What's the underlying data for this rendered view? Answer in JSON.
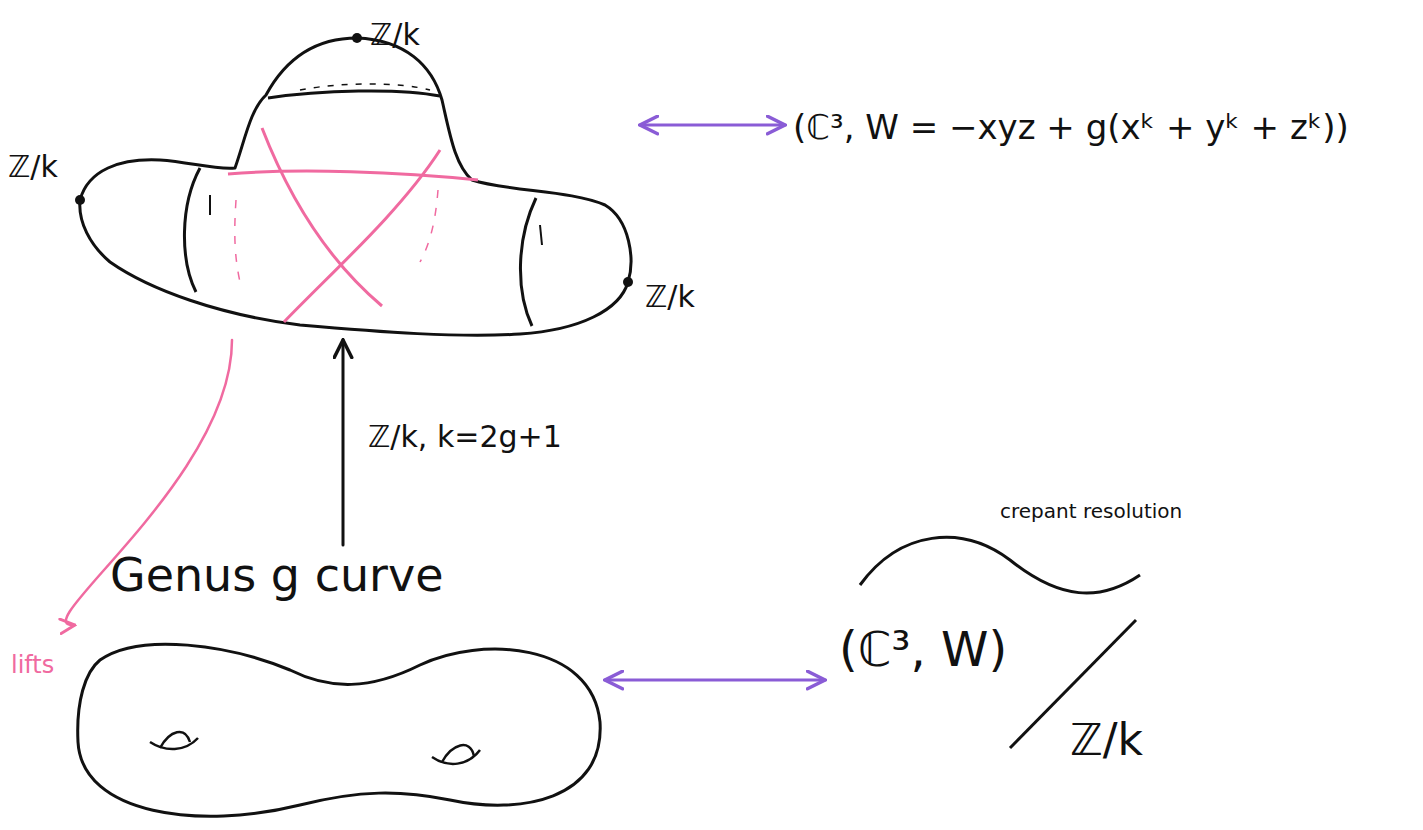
{
  "diagram": {
    "nodes": [
      {
        "text": [
          "ℤ/k",
          "ℤ/k",
          "ℤ/k"
        ]
      },
      {
        "text": [
          "(ℂ³, W = −xyz + g(xᵏ + yᵏ + zᵏ))"
        ]
      },
      {
        "text": [
          "Genus g curve"
        ]
      },
      {
        "text": [
          "crepant resolution",
          "(ℂ³, W)",
          "ℤ/k"
        ]
      }
    ],
    "edges": [
      {
        "from": 0,
        "to": 1,
        "arrow": "both"
      },
      {
        "from": 2,
        "to": 0,
        "arrow": "to",
        "label": "ℤ/k, k=2g+1"
      },
      {
        "from": 0,
        "to": 2,
        "arrow": "to",
        "label": "lifts"
      },
      {
        "from": 2,
        "to": 3,
        "arrow": "both"
      }
    ]
  }
}
